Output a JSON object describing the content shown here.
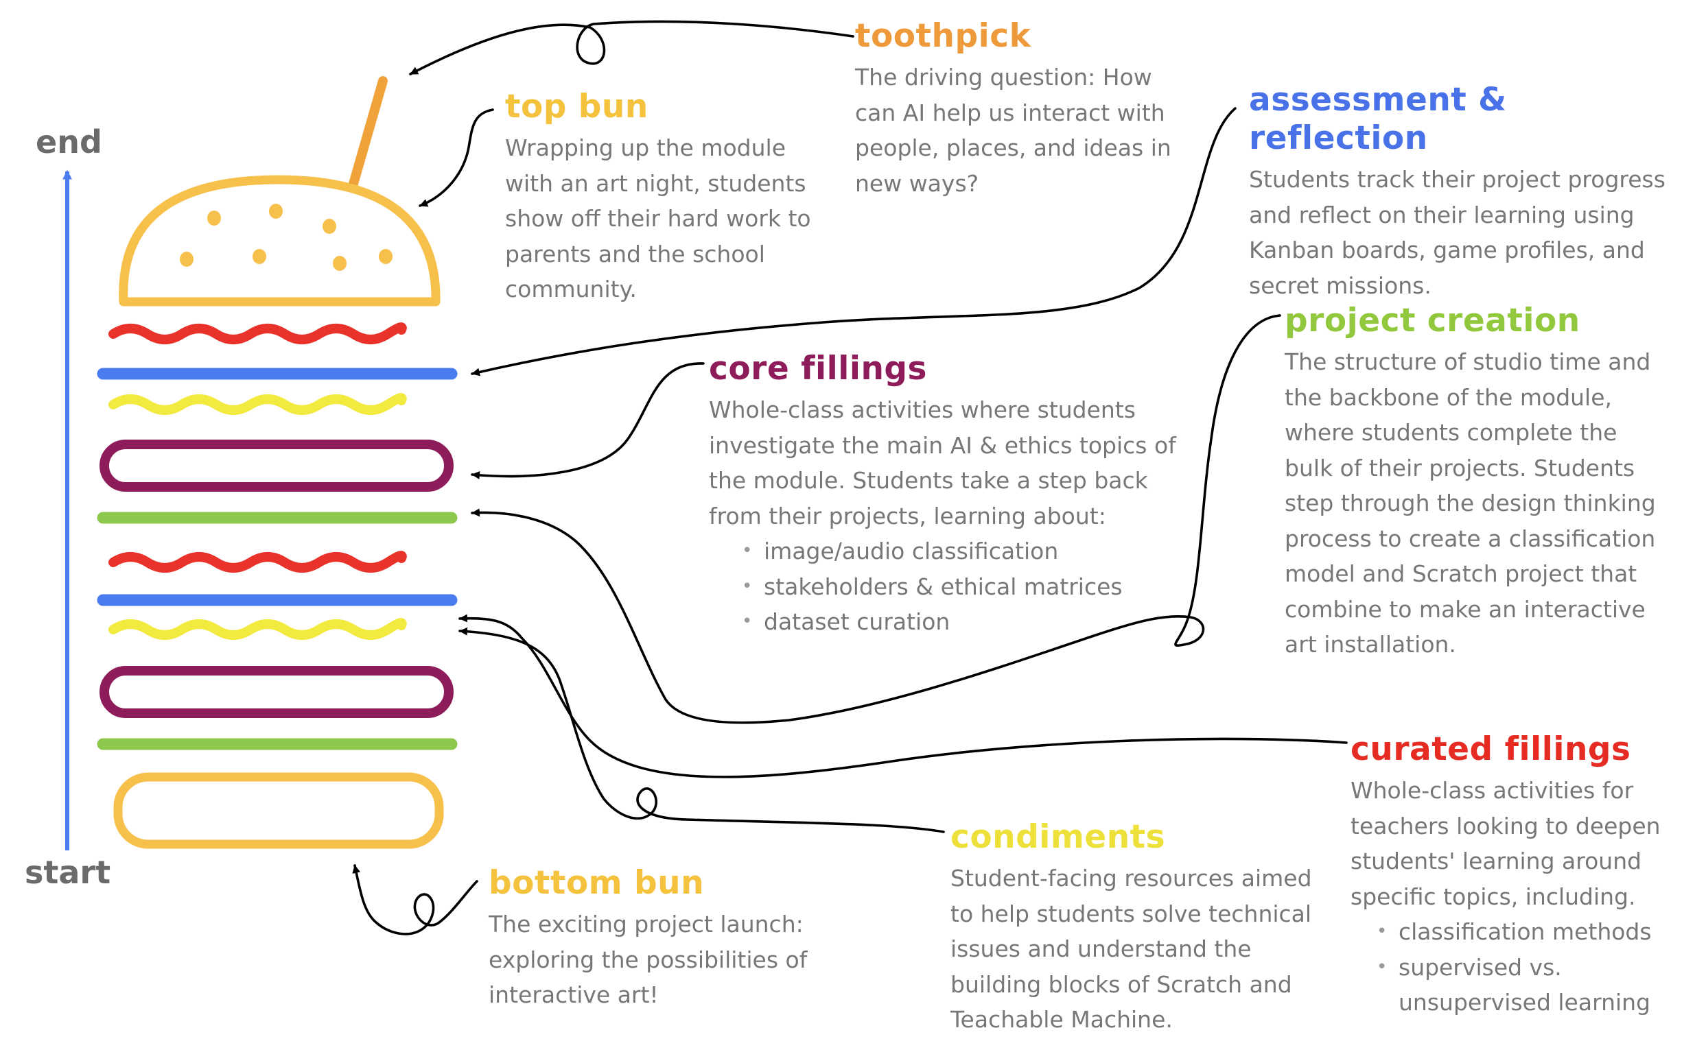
{
  "axis": {
    "end": "end",
    "start": "start"
  },
  "colors": {
    "bun": "#f7c04b",
    "stick": "#f0a33a",
    "red": "#e8322a",
    "blue": "#4a7cf0",
    "yellow": "#f2ea3e",
    "maroon": "#8e1c5a",
    "green": "#8cc84b",
    "arrow_axis": "#4a7cf0"
  },
  "sections": {
    "toothpick": {
      "title": "toothpick",
      "color": "#ef9a3a",
      "text": "The driving question: How can AI help us interact with people, places, and ideas in new ways?"
    },
    "top_bun": {
      "title": "top bun",
      "color": "#f5c23e",
      "text": "Wrapping up the module with an art night, students show off their hard work to parents and the school community."
    },
    "assessment": {
      "title": "assessment & reflection",
      "color": "#4a72e8",
      "text": "Students track their project progress and reflect on their learning using Kanban boards, game profiles, and secret missions."
    },
    "core_fillings": {
      "title": "core fillings",
      "color": "#8e1c5a",
      "text": "Whole-class activities where students investigate the main AI & ethics topics of the module. Students take a step back from their projects, learning about:",
      "bullets": [
        "image/audio classification",
        "stakeholders & ethical matrices",
        "dataset curation"
      ]
    },
    "project_creation": {
      "title": "project creation",
      "color": "#92c83e",
      "text": "The structure of studio time and the backbone of the module, where students complete the bulk of their projects. Students step through the design thinking process to create a classification model and Scratch project that combine to make an interactive art installation."
    },
    "curated_fillings": {
      "title": "curated fillings",
      "color": "#e52b22",
      "text": "Whole-class activities for teachers looking to deepen students' learning around specific topics, including.",
      "bullets": [
        "classification methods",
        "supervised vs. unsupervised learning"
      ]
    },
    "condiments": {
      "title": "condiments",
      "color": "#eee03a",
      "text": "Student-facing resources aimed to help students solve technical issues and understand the building blocks of Scratch and Teachable Machine."
    },
    "bottom_bun": {
      "title": "bottom bun",
      "color": "#f5c23e",
      "text": "The exciting project launch: exploring the possibilities of interactive art!"
    }
  }
}
